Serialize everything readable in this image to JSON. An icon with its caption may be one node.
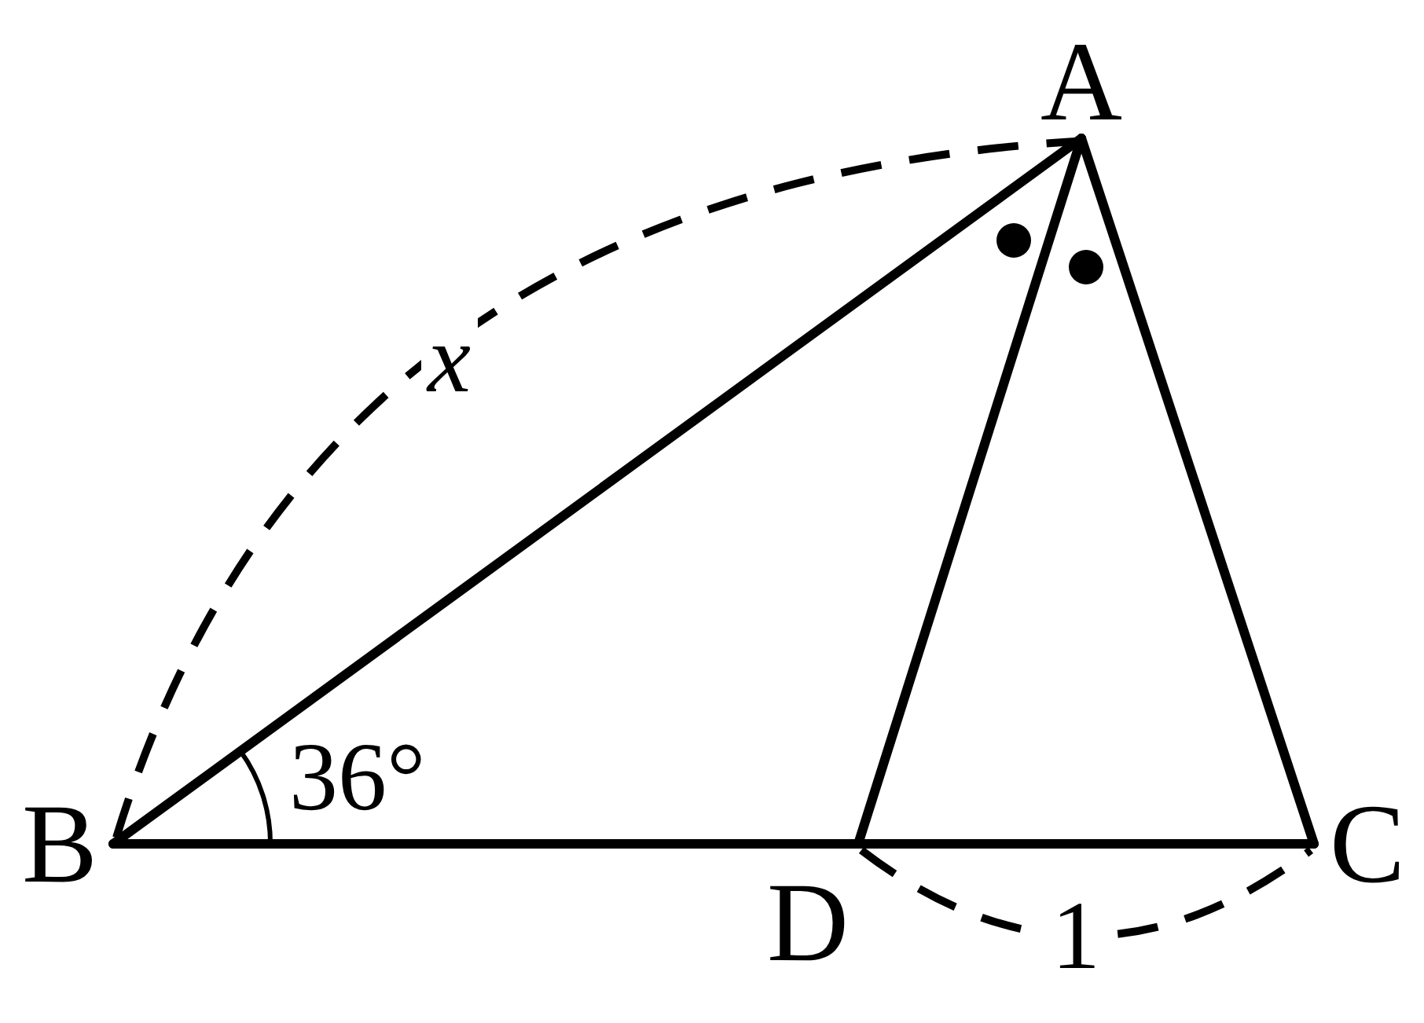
{
  "diagram": {
    "nodes": [
      {
        "text": [
          "A"
        ]
      },
      {
        "text": [
          "B"
        ]
      },
      {
        "text": [
          "C"
        ]
      },
      {
        "text": [
          "D"
        ]
      }
    ],
    "edges": [
      {
        "from": 0,
        "to": 1,
        "arrow": "none"
      },
      {
        "from": 1,
        "to": 3,
        "arrow": "none"
      },
      {
        "from": 3,
        "to": 2,
        "arrow": "none"
      },
      {
        "from": 2,
        "to": 0,
        "arrow": "none"
      },
      {
        "from": 3,
        "to": 0,
        "arrow": "none"
      }
    ],
    "labels": [
      "x",
      "36°",
      "1"
    ]
  }
}
